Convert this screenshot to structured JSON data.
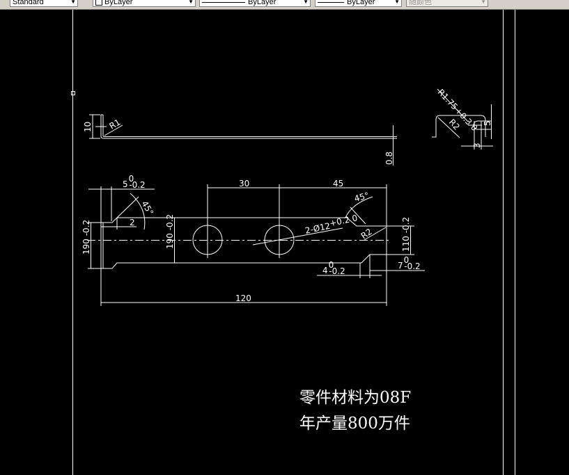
{
  "toolbar": {
    "text_style": "Standard",
    "layer_color": "ByLayer",
    "linetype": "ByLayer",
    "lineweight": "ByLayer",
    "plot_style": "随颜色"
  },
  "drawing": {
    "side_view": {
      "height": "10",
      "radius": "R1",
      "thickness": "0.8"
    },
    "end_view": {
      "radius_top": "R1.75",
      "radius_top_tol": "+0.3 0",
      "radius": "R2",
      "height": "5",
      "width": "3"
    },
    "plan_view": {
      "dim_5": "5",
      "dim_5_tol_upper": "0",
      "dim_5_tol_lower": "-0.2",
      "angle_left": "45°",
      "dim_2": "2",
      "dim_19_outer": "19",
      "dim_19_outer_tol": "0 -0.2",
      "dim_19_inner": "19",
      "dim_19_inner_tol": "0 -0.2",
      "dim_30": "30",
      "dim_45": "45",
      "angle_right": "45°",
      "holes": "2-Ø12",
      "holes_tol": "+0.2 0",
      "radius_right": "R2",
      "dim_11": "11",
      "dim_11_tol": "0 -0.2",
      "dim_4": "4",
      "dim_4_tol_upper": "0",
      "dim_4_tol_lower": "-0.2",
      "dim_7": "7",
      "dim_7_tol_upper": "0",
      "dim_7_tol_lower": "-0.2",
      "dim_120": "120"
    },
    "notes": [
      "零件材料为08F",
      "年产量800万件"
    ]
  }
}
